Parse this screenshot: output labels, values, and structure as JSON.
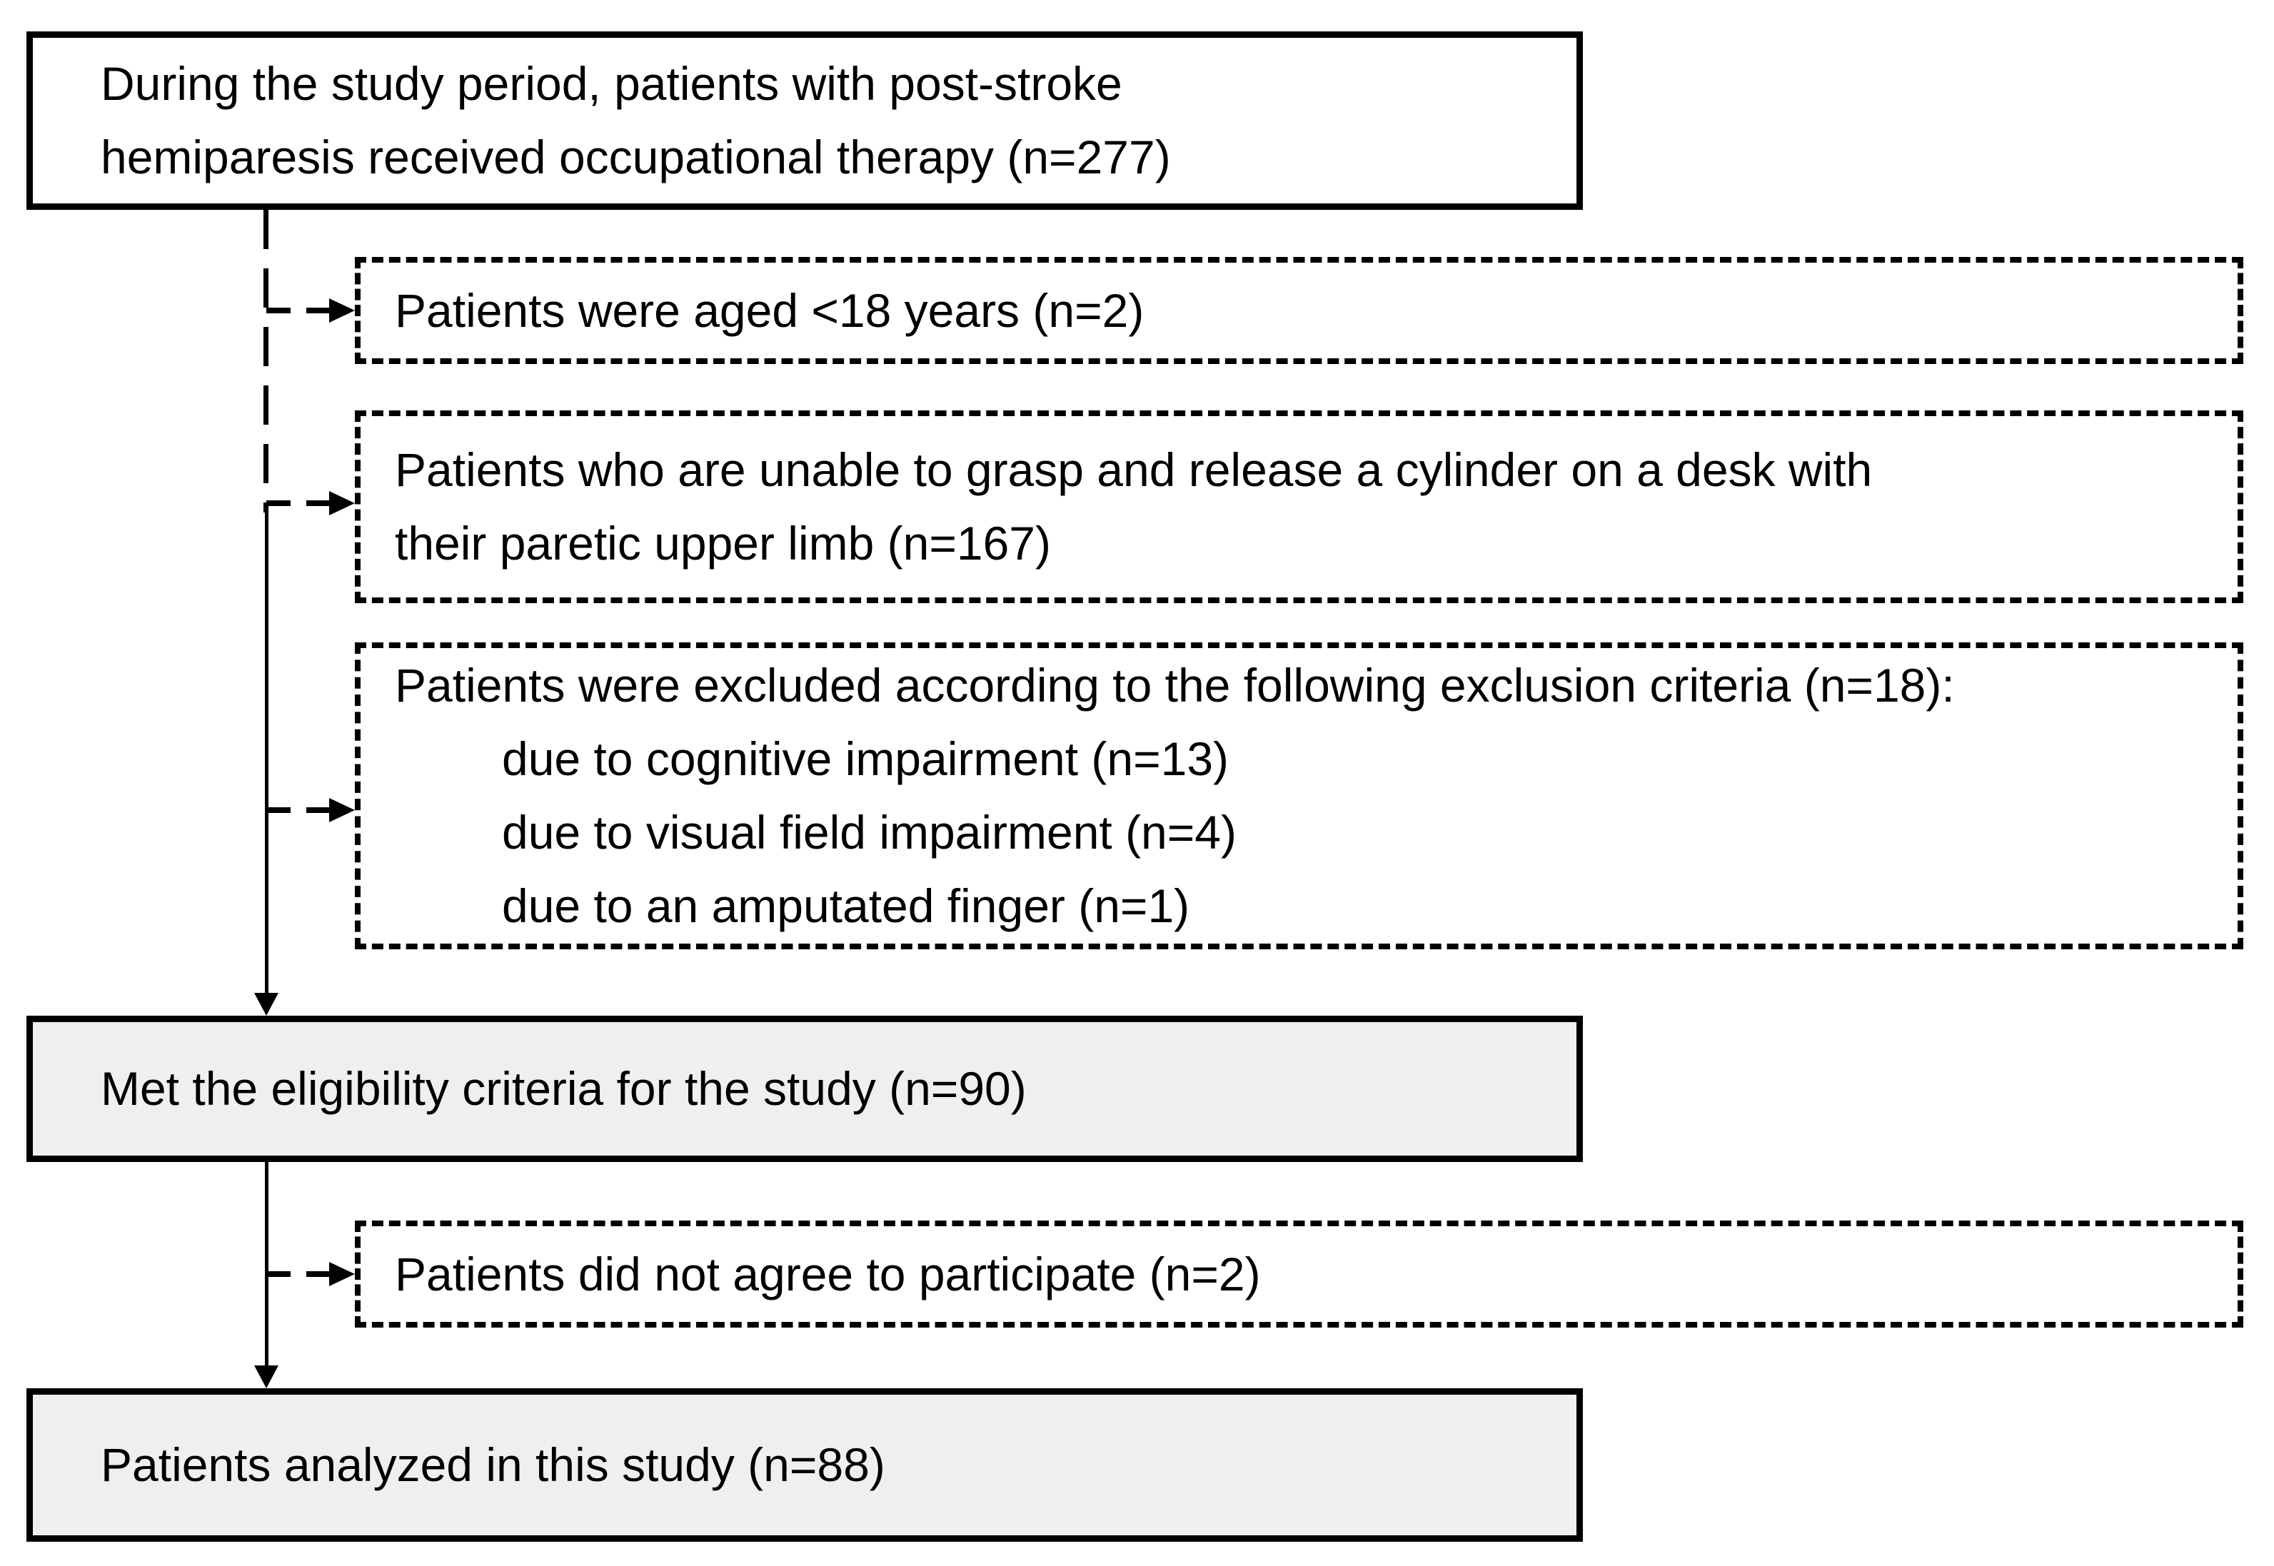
{
  "flowchart": {
    "enrolled": {
      "line1": "During the study period, patients with post-stroke",
      "line2": "hemiparesis received occupational therapy (n=277)"
    },
    "excluded_age": {
      "label": "Patients were aged <18 years (n=2)"
    },
    "excluded_grasp": {
      "line1": "Patients who are unable to grasp and release a cylinder on a desk with",
      "line2": "their paretic upper limb (n=167)"
    },
    "excluded_criteria": {
      "header": "Patients were excluded according to the following exclusion criteria (n=18):",
      "item1": "due to cognitive impairment (n=13)",
      "item2": "due to visual field impairment (n=4)",
      "item3": "due to an amputated finger (n=1)"
    },
    "eligible": {
      "label": "Met the eligibility criteria for the study (n=90)"
    },
    "excluded_consent": {
      "label": "Patients did not agree to participate (n=2)"
    },
    "analyzed": {
      "label": "Patients analyzed in this study (n=88)"
    },
    "colors": {
      "box_fill_gray": "#efefef",
      "line_black": "#000000",
      "background": "#ffffff"
    }
  }
}
